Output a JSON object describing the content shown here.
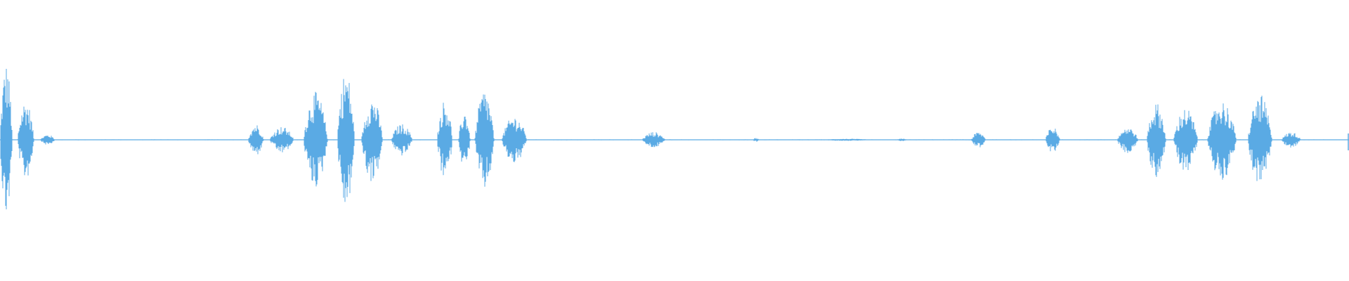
{
  "waveform": {
    "color": "#5aaae4",
    "background": "#ffffff",
    "channels": 1,
    "segments": [
      {
        "start": 0.0,
        "end": 0.013,
        "peak": 0.58
      },
      {
        "start": 0.013,
        "end": 0.03,
        "peak": 0.3
      },
      {
        "start": 0.03,
        "end": 0.045,
        "peak": 0.04
      },
      {
        "start": 0.184,
        "end": 0.2,
        "peak": 0.12
      },
      {
        "start": 0.2,
        "end": 0.225,
        "peak": 0.1
      },
      {
        "start": 0.225,
        "end": 0.25,
        "peak": 0.36
      },
      {
        "start": 0.25,
        "end": 0.268,
        "peak": 0.52
      },
      {
        "start": 0.268,
        "end": 0.29,
        "peak": 0.32
      },
      {
        "start": 0.29,
        "end": 0.312,
        "peak": 0.12
      },
      {
        "start": 0.324,
        "end": 0.34,
        "peak": 0.3
      },
      {
        "start": 0.34,
        "end": 0.352,
        "peak": 0.22
      },
      {
        "start": 0.352,
        "end": 0.372,
        "peak": 0.38
      },
      {
        "start": 0.372,
        "end": 0.398,
        "peak": 0.18
      },
      {
        "start": 0.476,
        "end": 0.5,
        "peak": 0.06
      },
      {
        "start": 0.558,
        "end": 0.565,
        "peak": 0.015
      },
      {
        "start": 0.61,
        "end": 0.66,
        "peak": 0.008
      },
      {
        "start": 0.665,
        "end": 0.675,
        "peak": 0.01
      },
      {
        "start": 0.72,
        "end": 0.735,
        "peak": 0.06
      },
      {
        "start": 0.775,
        "end": 0.79,
        "peak": 0.1
      },
      {
        "start": 0.828,
        "end": 0.85,
        "peak": 0.1
      },
      {
        "start": 0.85,
        "end": 0.87,
        "peak": 0.28
      },
      {
        "start": 0.87,
        "end": 0.895,
        "peak": 0.24
      },
      {
        "start": 0.895,
        "end": 0.925,
        "peak": 0.3
      },
      {
        "start": 0.925,
        "end": 0.95,
        "peak": 0.34
      },
      {
        "start": 0.95,
        "end": 0.97,
        "peak": 0.06
      }
    ]
  }
}
